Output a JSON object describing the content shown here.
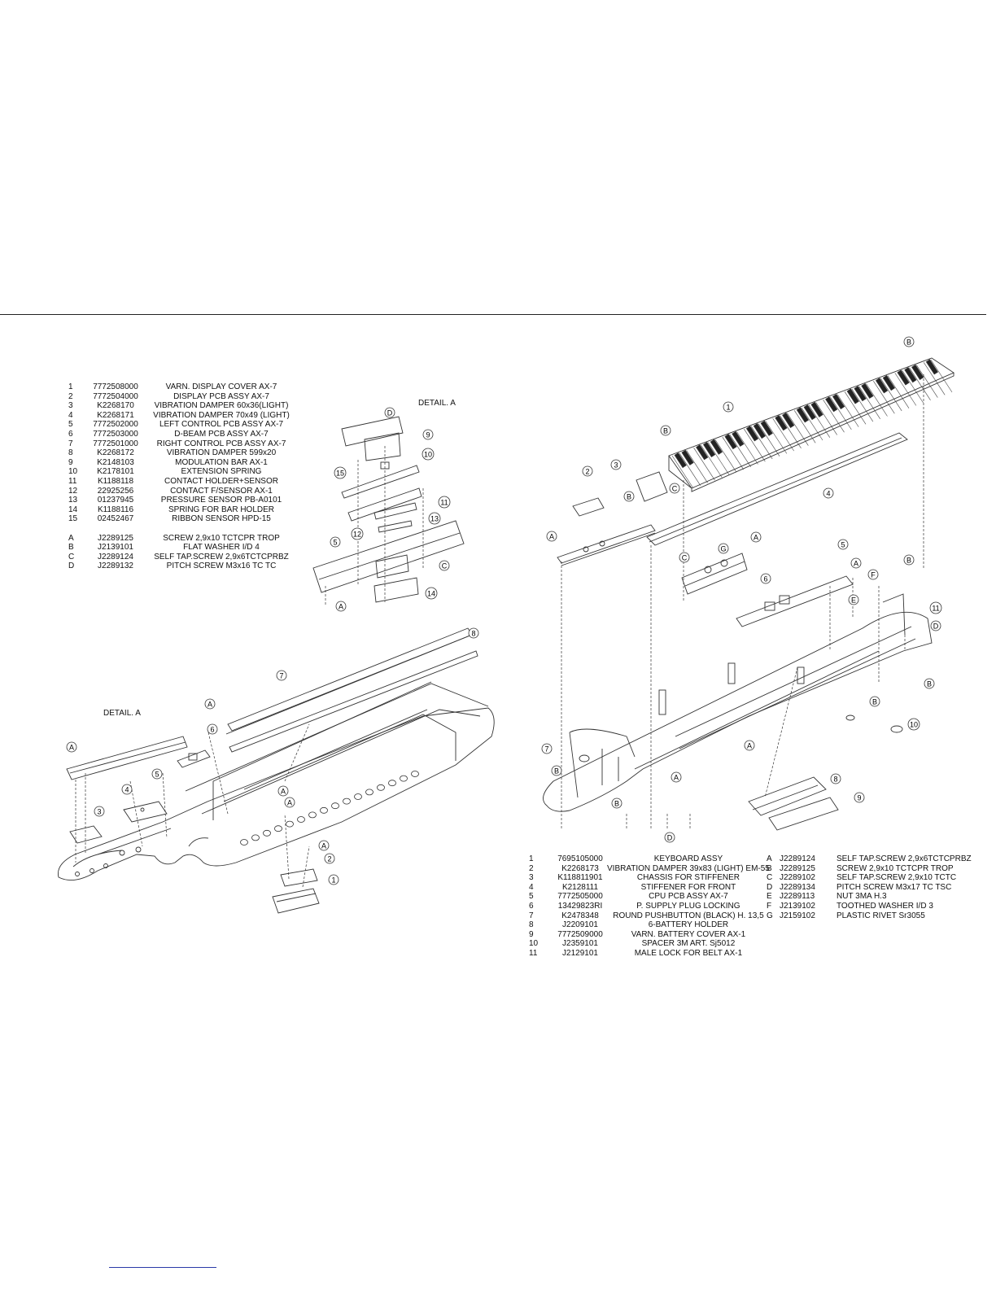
{
  "left_parts": [
    {
      "num": "1",
      "code": "7772508000",
      "desc": "VARN. DISPLAY COVER AX-7"
    },
    {
      "num": "2",
      "code": "7772504000",
      "desc": "DISPLAY PCB ASSY AX-7"
    },
    {
      "num": "3",
      "code": "K2268170",
      "desc": "VIBRATION DAMPER 60x36(LIGHT)"
    },
    {
      "num": "4",
      "code": "K2268171",
      "desc": "VIBRATION DAMPER 70x49 (LIGHT)"
    },
    {
      "num": "5",
      "code": "7772502000",
      "desc": "LEFT CONTROL PCB ASSY AX-7"
    },
    {
      "num": "6",
      "code": "7772503000",
      "desc": "D-BEAM PCB ASSY AX-7"
    },
    {
      "num": "7",
      "code": "7772501000",
      "desc": "RIGHT CONTROL PCB ASSY AX-7"
    },
    {
      "num": "8",
      "code": "K2268172",
      "desc": "VIBRATION DAMPER 599x20"
    },
    {
      "num": "9",
      "code": "K2148103",
      "desc": "MODULATION BAR AX-1"
    },
    {
      "num": "10",
      "code": "K2178101",
      "desc": "EXTENSION SPRING"
    },
    {
      "num": "11",
      "code": "K1188118",
      "desc": "CONTACT HOLDER+SENSOR"
    },
    {
      "num": "12",
      "code": "22925256",
      "desc": "CONTACT F/SENSOR AX-1"
    },
    {
      "num": "13",
      "code": "01237945",
      "desc": "PRESSURE SENSOR PB-A0101"
    },
    {
      "num": "14",
      "code": "K1188116",
      "desc": "SPRING FOR BAR HOLDER"
    },
    {
      "num": "15",
      "code": "02452467",
      "desc": "RIBBON SENSOR HPD-15"
    }
  ],
  "left_hardware": [
    {
      "num": "A",
      "code": "J2289125",
      "desc": "SCREW 2,9x10 TCTCPR TROP"
    },
    {
      "num": "B",
      "code": "J2139101",
      "desc": "FLAT WASHER I/D 4"
    },
    {
      "num": "C",
      "code": "J2289124",
      "desc": "SELF TAP.SCREW 2,9x6TCTCPRBZ"
    },
    {
      "num": "D",
      "code": "J2289132",
      "desc": "PITCH SCREW M3x16 TC TC"
    }
  ],
  "right_parts": [
    {
      "num": "1",
      "code": "7695105000",
      "desc": "KEYBOARD ASSY"
    },
    {
      "num": "2",
      "code": "K2268173",
      "desc": "VIBRATION DAMPER 39x83 (LIGHT) EM-55"
    },
    {
      "num": "3",
      "code": "K118811901",
      "desc": "CHASSIS FOR STIFFENER"
    },
    {
      "num": "4",
      "code": "K2128111",
      "desc": "STIFFENER FOR FRONT"
    },
    {
      "num": "5",
      "code": "7772505000",
      "desc": "CPU PCB ASSY AX-7"
    },
    {
      "num": "6",
      "code": "13429823RI",
      "desc": "P. SUPPLY PLUG LOCKING"
    },
    {
      "num": "7",
      "code": "K2478348",
      "desc": "ROUND PUSHBUTTON (BLACK) H. 13,5"
    },
    {
      "num": "8",
      "code": "J2209101",
      "desc": "6-BATTERY HOLDER"
    },
    {
      "num": "9",
      "code": "7772509000",
      "desc": "VARN. BATTERY COVER AX-1"
    },
    {
      "num": "10",
      "code": "J2359101",
      "desc": "SPACER 3M ART. Sj5012"
    },
    {
      "num": "11",
      "code": "J2129101",
      "desc": "MALE LOCK FOR BELT AX-1"
    }
  ],
  "right_hardware": [
    {
      "num": "A",
      "code": "J2289124",
      "desc": "SELF TAP.SCREW 2,9x6TCTCPRBZ"
    },
    {
      "num": "B",
      "code": "J2289125",
      "desc": "SCREW 2,9x10 TCTCPR TROP"
    },
    {
      "num": "C",
      "code": "J2289102",
      "desc": "SELF TAP.SCREW 2,9x10 TCTC"
    },
    {
      "num": "D",
      "code": "J2289134",
      "desc": "PITCH SCREW M3x17 TC TSC"
    },
    {
      "num": "E",
      "code": "J2289113",
      "desc": "NUT 3MA H.3"
    },
    {
      "num": "F",
      "code": "J2139102",
      "desc": "TOOTHED WASHER I/D 3"
    },
    {
      "num": "G",
      "code": "J2159102",
      "desc": "PLASTIC RIVET Sr3055"
    }
  ],
  "labels": {
    "detail_a_top": "DETAIL. A",
    "detail_a_left": "DETAIL. A"
  },
  "callouts": {
    "left_diagram": [
      "1",
      "2",
      "3",
      "4",
      "5",
      "6",
      "7",
      "8",
      "A",
      "A",
      "A",
      "A",
      "A"
    ],
    "detail_a": [
      "9",
      "10",
      "11",
      "12",
      "13",
      "14",
      "15",
      "5",
      "A",
      "C",
      "D"
    ],
    "right_diagram": [
      "1",
      "2",
      "3",
      "4",
      "5",
      "6",
      "7",
      "8",
      "9",
      "10",
      "11",
      "A",
      "A",
      "A",
      "A",
      "A",
      "B",
      "B",
      "B",
      "B",
      "B",
      "B",
      "B",
      "B",
      "C",
      "C",
      "D",
      "D",
      "E",
      "F",
      "G"
    ]
  }
}
